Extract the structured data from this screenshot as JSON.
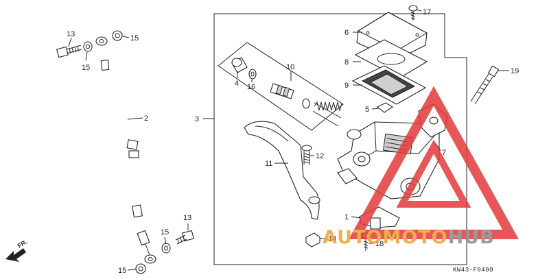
{
  "callouts": {
    "c1": "1",
    "c2": "2",
    "c3": "3",
    "c4": "4",
    "c5": "5",
    "c6": "6",
    "c7": "7",
    "c8": "8",
    "c9": "9",
    "c10": "10",
    "c11": "11",
    "c12": "12",
    "c13a": "13",
    "c13b": "13",
    "c14": "14",
    "c15a": "15",
    "c15b": "15",
    "c15c": "15",
    "c15d": "15",
    "c16": "16",
    "c17": "17",
    "c18": "18",
    "c19": "19"
  },
  "diagram_code": "KW43-F0400",
  "direction_label": "FR.",
  "watermark": {
    "part1": "AUTOMOTO",
    "part2": "HUB",
    "color_primary": "#f0a030",
    "color_secondary": "#8a8a8a",
    "triangle_color": "#e43a3a"
  }
}
